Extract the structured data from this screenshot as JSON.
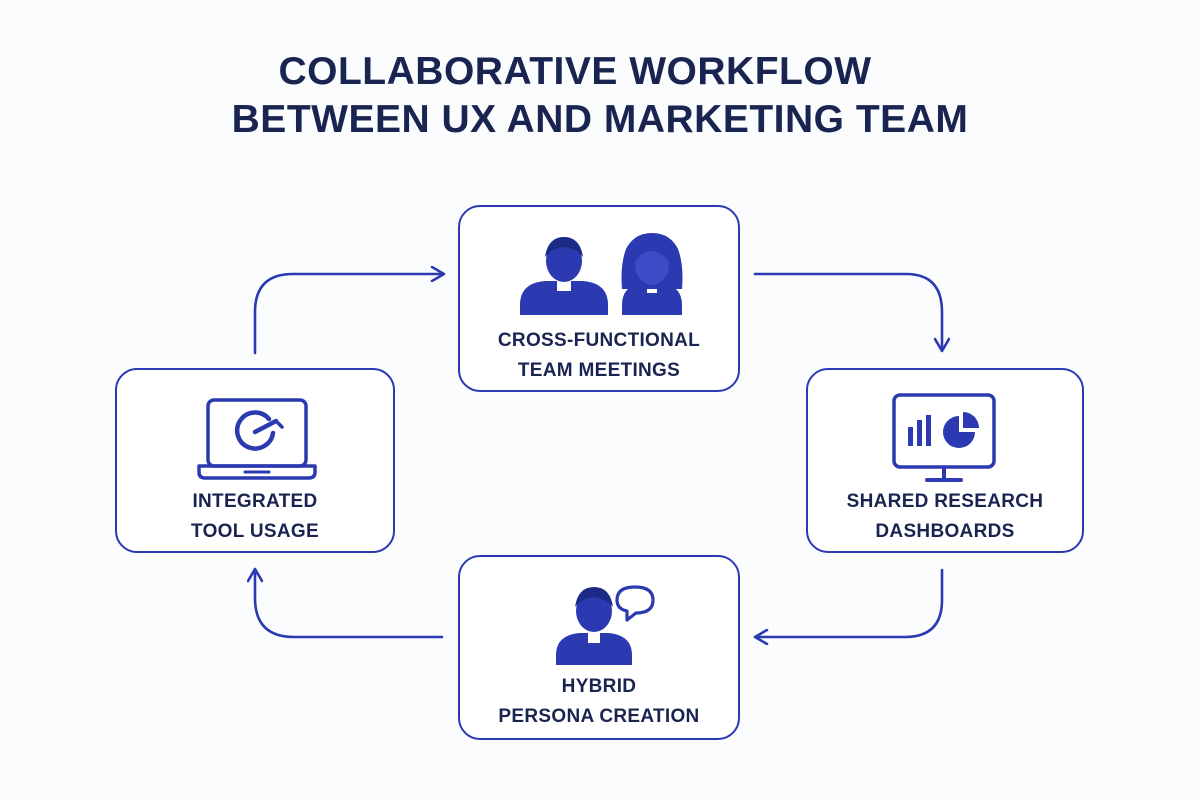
{
  "title": {
    "line1": "COLLABORATIVE WORKFLOW",
    "line2": "BETWEEN UX AND MARKETING TEAM"
  },
  "colors": {
    "primary": "#2b3ab0",
    "text": "#1a2450",
    "background": "#fbfcfe"
  },
  "cards": {
    "meetings": {
      "line1": "CROSS-FUNCTIONAL",
      "line2": "TEAM MEETINGS",
      "icon": "two-people-icon"
    },
    "dashboards": {
      "line1": "SHARED RESEARCH",
      "line2": "DASHBOARDS",
      "icon": "monitor-chart-icon"
    },
    "persona": {
      "line1": "HYBRID",
      "line2": "PERSONA CREATION",
      "icon": "person-speech-icon"
    },
    "tools": {
      "line1": "INTEGRATED",
      "line2": "TOOL USAGE",
      "icon": "laptop-gauge-icon"
    }
  }
}
